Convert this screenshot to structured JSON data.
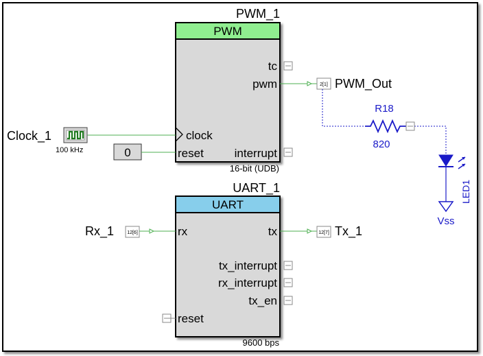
{
  "pwm": {
    "instance": "PWM_1",
    "header": "PWM",
    "header_color": "#90ee90",
    "ports": {
      "tc": "tc",
      "pwm": "pwm",
      "clock": "clock",
      "reset": "reset",
      "interrupt": "interrupt"
    },
    "footer": "16-bit (UDB)"
  },
  "uart": {
    "instance": "UART_1",
    "header": "UART",
    "header_color": "#87ceeb",
    "ports": {
      "rx": "rx",
      "tx": "tx",
      "tx_interrupt": "tx_interrupt",
      "rx_interrupt": "rx_interrupt",
      "tx_en": "tx_en",
      "reset": "reset"
    },
    "footer": "9600 bps"
  },
  "clock": {
    "name": "Clock_1",
    "freq": "100 kHz",
    "icon_color": "#1f7a1f"
  },
  "reset_const": {
    "value": "0"
  },
  "pins": {
    "pwm_out": {
      "name": "PWM_Out",
      "pin": "2[1]"
    },
    "rx": {
      "name": "Rx_1",
      "pin": "12[6]"
    },
    "tx": {
      "name": "Tx_1",
      "pin": "12[7]"
    }
  },
  "resistor": {
    "name": "R18",
    "value": "820"
  },
  "led": {
    "name": "LED1"
  },
  "ground": {
    "name": "Vss"
  },
  "colors": {
    "block_body": "#d9d9d9",
    "wire": "#4caf50",
    "component": "#1a1ac8"
  }
}
